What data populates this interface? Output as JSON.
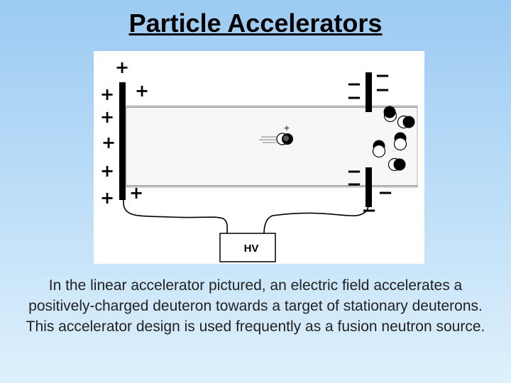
{
  "slide": {
    "title": "Particle Accelerators",
    "caption": "In the linear accelerator pictured, an electric field accelerates a positively-charged deuteron towards a target of stationary deuterons.  This accelerator design is used frequently as a fusion neutron source."
  },
  "diagram": {
    "plus_sign": "+",
    "minus_sign": "−",
    "deuteron_charge": "+",
    "power_supply_label": "HV"
  },
  "colors": {
    "background_top": "#9ccaf2",
    "background_bottom": "#def0fc",
    "electrode": "#000000"
  }
}
